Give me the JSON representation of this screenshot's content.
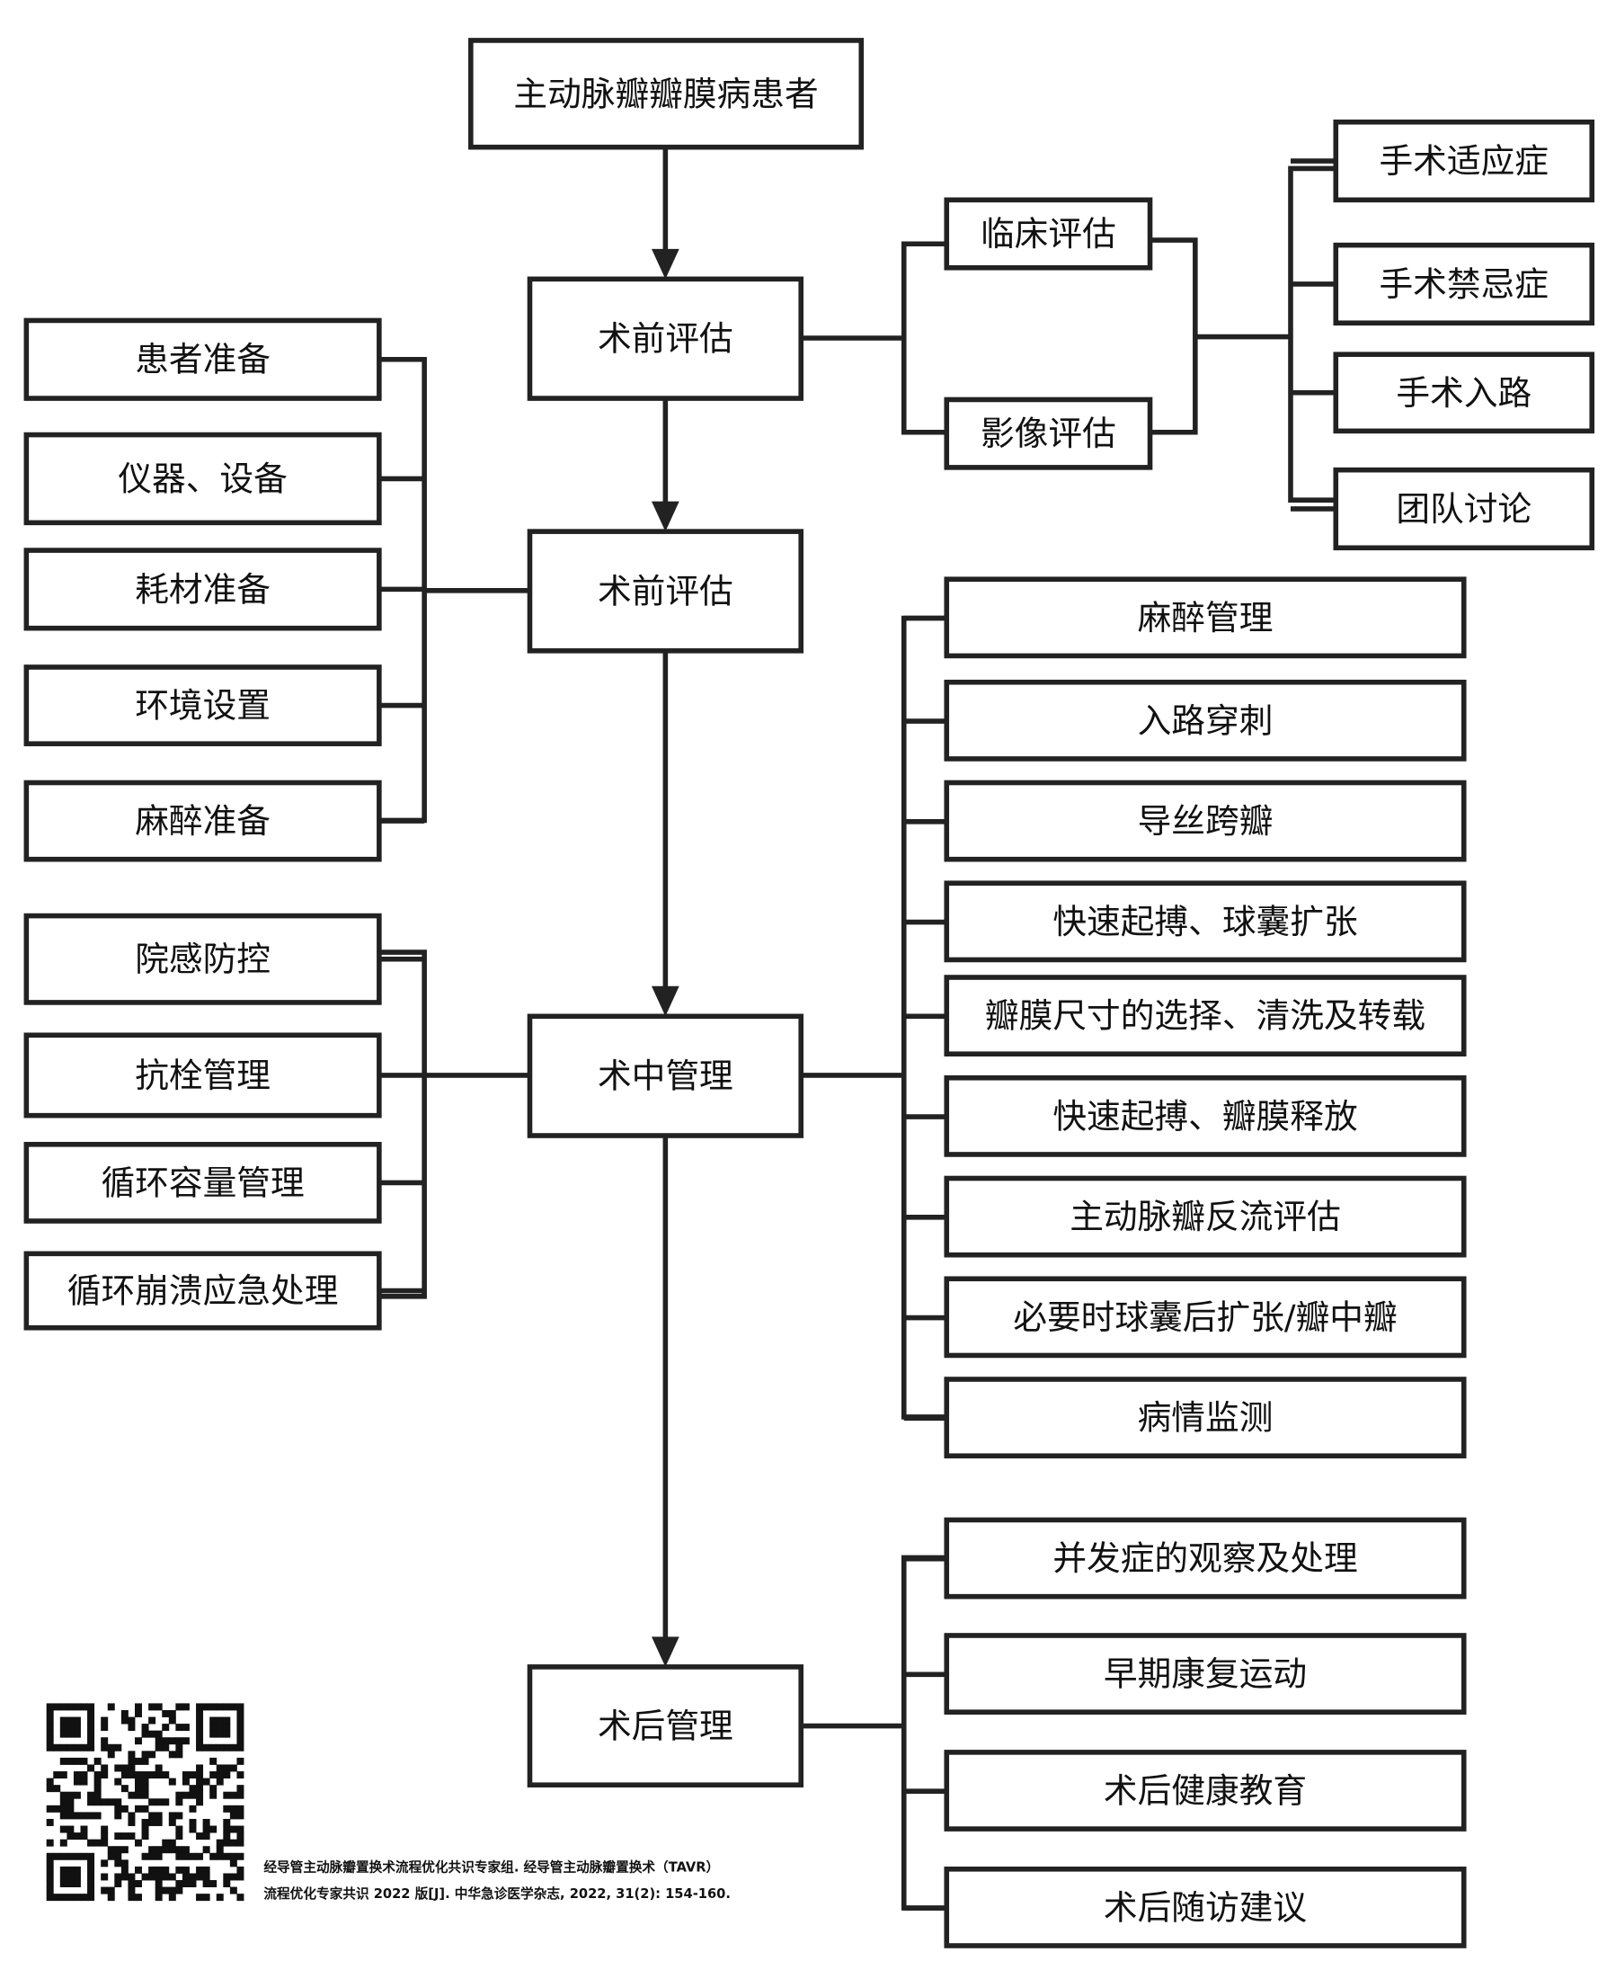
{
  "root": "主动脉瓣瓣膜病患者",
  "stages": [
    "术前评估",
    "术前评估",
    "术中管理",
    "术后管理"
  ],
  "assessment": {
    "sub": [
      "临床评估",
      "影像评估"
    ],
    "outcomes": [
      "手术适应症",
      "手术禁忌症",
      "手术入路",
      "团队讨论"
    ]
  },
  "preparation": [
    "患者准备",
    "仪器、设备",
    "耗材准备",
    "环境设置",
    "麻醉准备"
  ],
  "intraop_left": [
    "院感防控",
    "抗栓管理",
    "循环容量管理",
    "循环崩溃应急处理"
  ],
  "intraop_right": [
    "麻醉管理",
    "入路穿刺",
    "导丝跨瓣",
    "快速起搏、球囊扩张",
    "瓣膜尺寸的选择、清洗及转载",
    "快速起搏、瓣膜释放",
    "主动脉瓣反流评估",
    "必要时球囊后扩张/瓣中瓣",
    "病情监测"
  ],
  "postop": [
    "并发症的观察及处理",
    "早期康复运动",
    "术后健康教育",
    "术后随访建议"
  ],
  "citation": {
    "line1": "经导管主动脉瓣置换术流程优化共识专家组. 经导管主动脉瓣置换术（TAVR）",
    "line2": "流程优化专家共识 2022 版[J]. 中华急诊医学杂志, 2022, 31(2): 154-160."
  },
  "colors": {
    "stroke": "#222222",
    "background": "#ffffff"
  }
}
